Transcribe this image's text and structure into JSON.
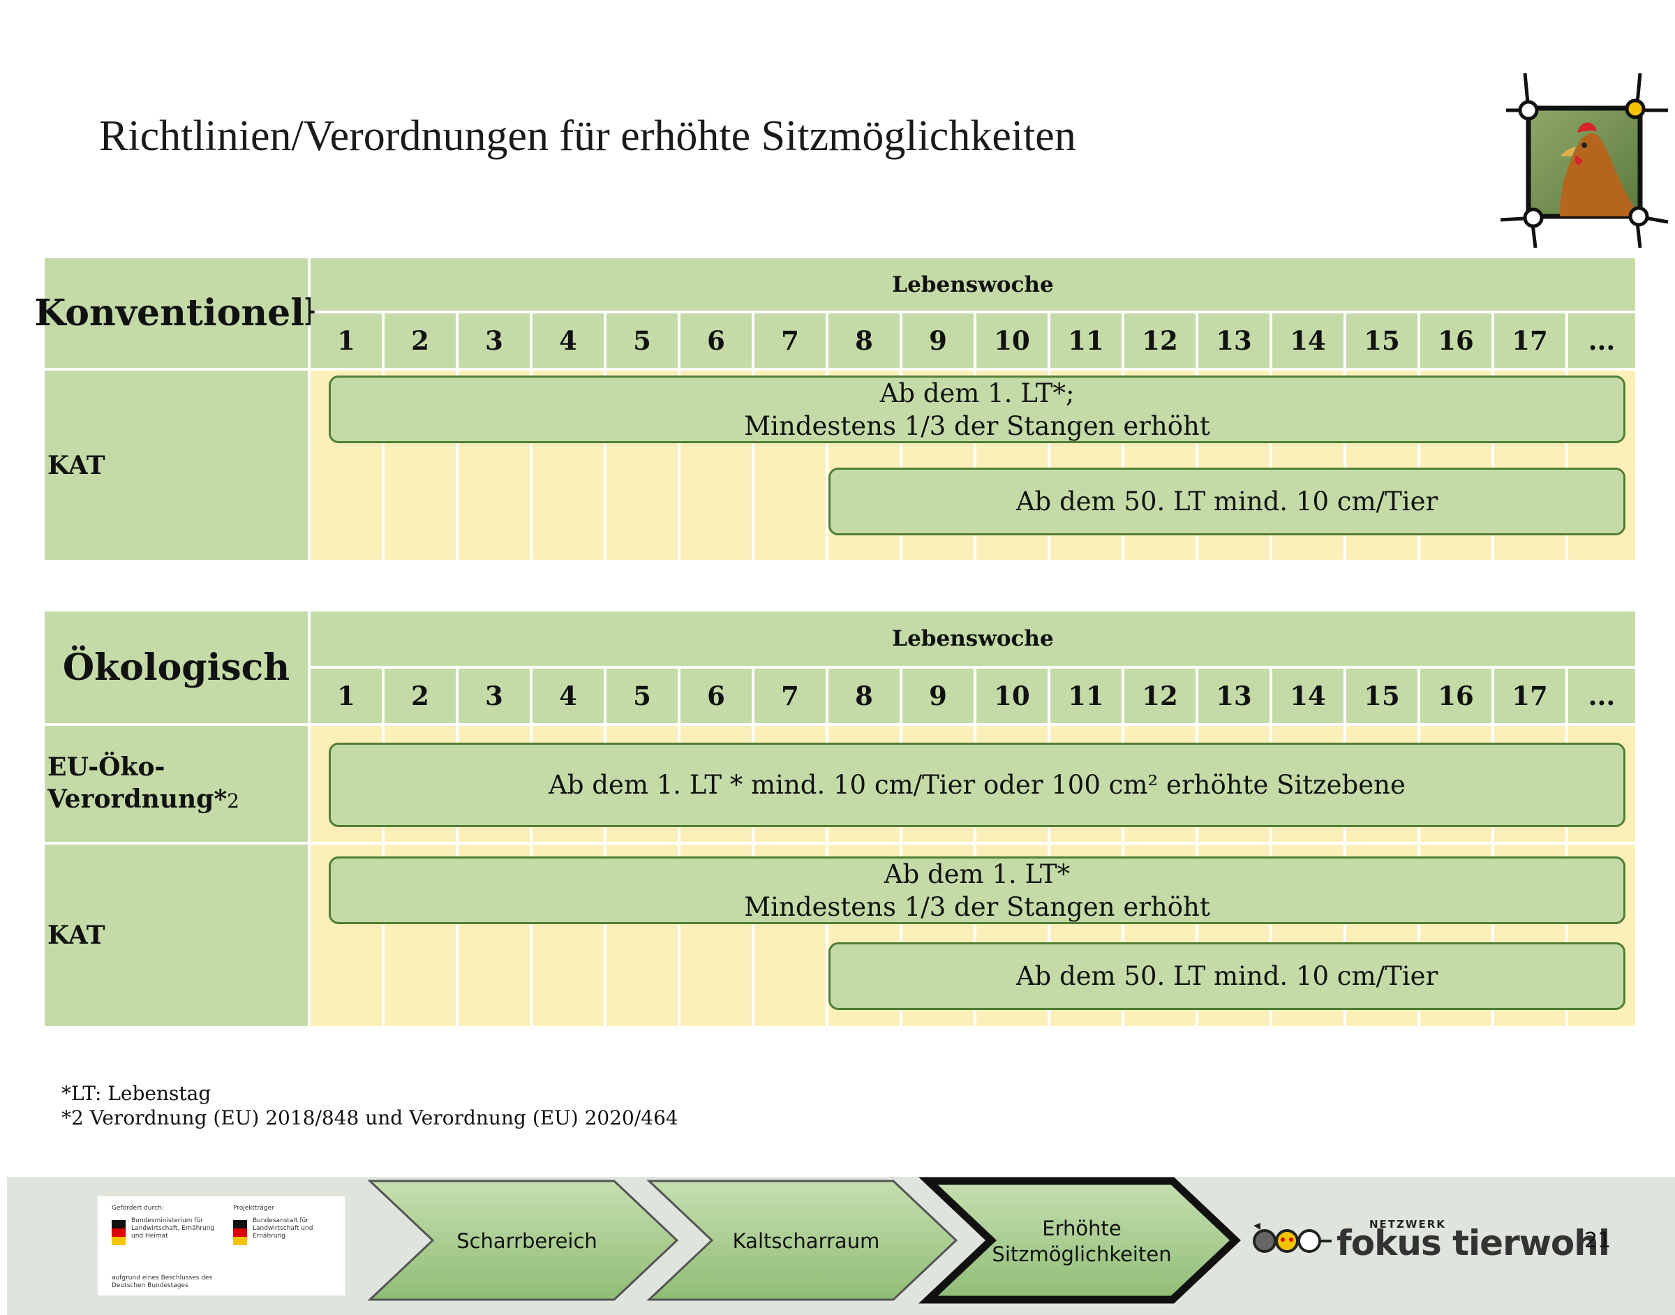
{
  "title": "Richtlinien/Verordnungen für erhöhte Sitzmöglichkeiten",
  "weeks": [
    "1",
    "2",
    "3",
    "4",
    "5",
    "6",
    "7",
    "8",
    "9",
    "10",
    "11",
    "12",
    "13",
    "14",
    "15",
    "16",
    "17",
    "..."
  ],
  "konventionell": {
    "label": "Konventionell",
    "header": "Lebenswoche",
    "rows": [
      {
        "label": "KAT",
        "bars": [
          {
            "line1": "Ab dem 1. LT*;",
            "line2": "Mindestens 1/3 der Stangen erhöht"
          },
          {
            "line1": "Ab dem 50. LT mind. 10 cm/Tier"
          }
        ]
      }
    ]
  },
  "oekologisch": {
    "label": "Ökologisch",
    "header": "Lebenswoche",
    "rows": [
      {
        "label_line1": "EU-Öko-",
        "label_line2": "Verordnung*",
        "label_suffix": "2",
        "bars": [
          {
            "line1": "Ab dem 1. LT * mind. 10 cm/Tier oder 100 cm² erhöhte Sitzebene"
          }
        ]
      },
      {
        "label": "KAT",
        "bars": [
          {
            "line1": "Ab dem 1. LT*",
            "line2": "Mindestens 1/3 der Stangen erhöht"
          },
          {
            "line1": "Ab dem 50. LT mind. 10 cm/Tier"
          }
        ]
      }
    ]
  },
  "footnotes": [
    "*LT: Lebenstag",
    "*2 Verordnung (EU) 2018/848 und Verordnung (EU) 2020/464"
  ],
  "sponsor": {
    "left_heading": "Gefördert durch:",
    "left_text": "Bundesministerium für Landwirtschaft, Ernährung und Heimat",
    "left_note": "aufgrund eines Beschlusses des Deutschen Bundestages",
    "right_heading": "Projektträger",
    "right_text": "Bundesanstalt für Landwirtschaft und Ernährung"
  },
  "nav": [
    {
      "line1": "Scharrbereich"
    },
    {
      "line1": "Kaltscharraum"
    },
    {
      "line1": "Erhöhte",
      "line2": "Sitzmöglichkeiten"
    }
  ],
  "brand": {
    "small": "NETZWERK",
    "big": "fokus tierwohl"
  },
  "page_number": "21",
  "colors": {
    "green": "#c4dba8",
    "yellow": "#fdefba",
    "bar_border": "#4f7f33",
    "band": "#dfe5dd"
  }
}
